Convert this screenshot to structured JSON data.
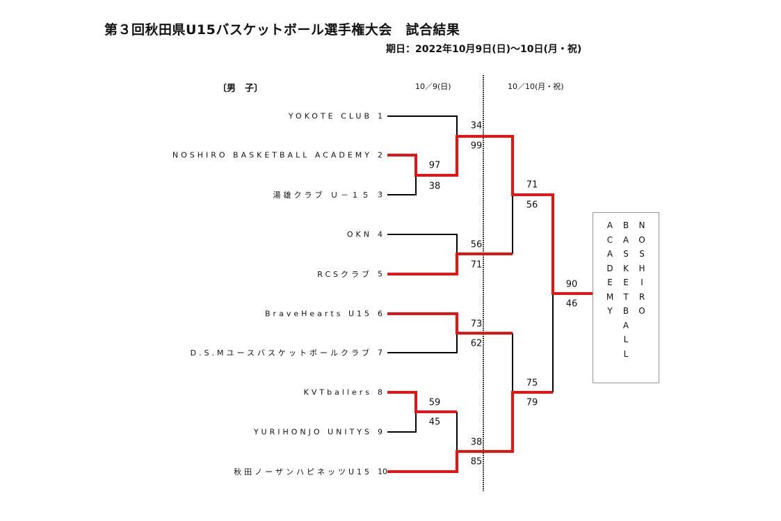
{
  "header": {
    "title": "第３回秋田県U15バスケットボール選手権大会　試合結果",
    "dates": "期日：2022年10月9日(日)～10日(月・祝)"
  },
  "division": "〔男　子〕",
  "days": [
    "10／9(日)",
    "10／10(月・祝)"
  ],
  "teams": [
    {
      "seed": "1",
      "name": "YOKOTE CLUB"
    },
    {
      "seed": "2",
      "name": "NOSHIRO BASKETBALL ACADEMY"
    },
    {
      "seed": "3",
      "name": "湯雄クラブ Ｕ－１５"
    },
    {
      "seed": "4",
      "name": "OKN"
    },
    {
      "seed": "5",
      "name": "RCSクラブ"
    },
    {
      "seed": "6",
      "name": "BraveHearts U15"
    },
    {
      "seed": "7",
      "name": "D.S.Mユースバスケットボールクラブ"
    },
    {
      "seed": "8",
      "name": "KVTballers"
    },
    {
      "seed": "9",
      "name": "YURIHONJO UNITYS"
    },
    {
      "seed": "10",
      "name": "秋田ノーザンハピネッツU15"
    }
  ],
  "scores": {
    "m1": [
      "97",
      "38"
    ],
    "m2": [
      "34",
      "99"
    ],
    "m3": [
      "56",
      "71"
    ],
    "m4": [
      "73",
      "62"
    ],
    "m5": [
      "59",
      "45"
    ],
    "m6": [
      "38",
      "85"
    ],
    "sf1": [
      "71",
      "56"
    ],
    "sf2": [
      "75",
      "79"
    ],
    "final": [
      "90",
      "46"
    ]
  },
  "champion": {
    "columns": [
      "ACADEMY",
      "BASKETBALL",
      "NOSHIRO"
    ]
  },
  "colors": {
    "winner_line": "#e41414",
    "loser_line": "#000000"
  }
}
